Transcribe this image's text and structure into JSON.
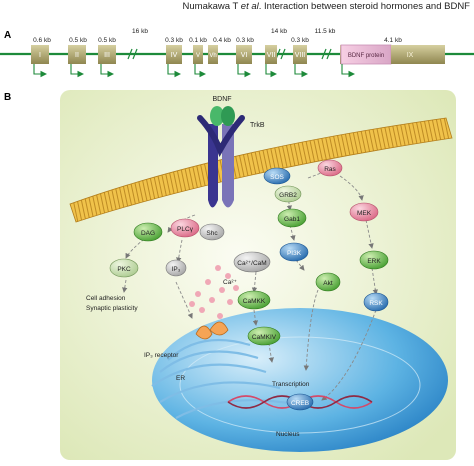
{
  "header": {
    "authors": "Numakawa T",
    "etal": "et al",
    "title": ". Interaction between steroid hormones and BDNF"
  },
  "panel_a": {
    "letter": "A",
    "sizes": [
      "0.6 kb",
      "0.5 kb",
      "0.5 kb",
      "16 kb",
      "0.3 kb",
      "0.1 kb",
      "0.4 kb",
      "0.3 kb",
      "14 kb",
      "0.3 kb",
      "11.5 kb",
      "4.1 kb"
    ],
    "exons": [
      "I",
      "II",
      "III",
      "IV",
      "V",
      "Vh",
      "VI",
      "VII",
      "VIII",
      "IX"
    ],
    "protein_label": "BDNF protein"
  },
  "panel_b": {
    "letter": "B",
    "labels": {
      "bdnf": "BDNF",
      "trkb": "TrkB",
      "shc": "Shc",
      "sos": "SOS",
      "grb2": "GRB2",
      "ras": "Ras",
      "plc": "PLCγ",
      "dag": "DAG",
      "gab1": "Gab1",
      "mek": "MEK",
      "pkc": "PKC",
      "ip3": "IP₃",
      "ca_cam": "Ca²⁺/CaM",
      "pi3k": "PI3K",
      "erk": "ERK",
      "ca": "Ca²⁺",
      "camkk": "CaMKK",
      "akt": "Akt",
      "cell_adhesion": "Cell adhesion",
      "synaptic_plasticity": "Synaptic plasticity",
      "rsk": "RSK",
      "camkiv": "CaMKIV",
      "ip3_receptor": "IP₃ receptor",
      "er": "ER",
      "transcription": "Transcription",
      "creb": "CREB",
      "nucleus": "Nucleus"
    }
  },
  "colors": {
    "line_green": "#1d8a3a",
    "exon_fill": "#a8a06a",
    "protein_pink": "#f4c2dd",
    "membrane": "#e8b33a",
    "nucleus_blue": "#4aa0d8",
    "node_green": "#6cc04a",
    "node_pink": "#e98aa0",
    "node_blue": "#2e7fc4",
    "background": "#eef3d6"
  }
}
